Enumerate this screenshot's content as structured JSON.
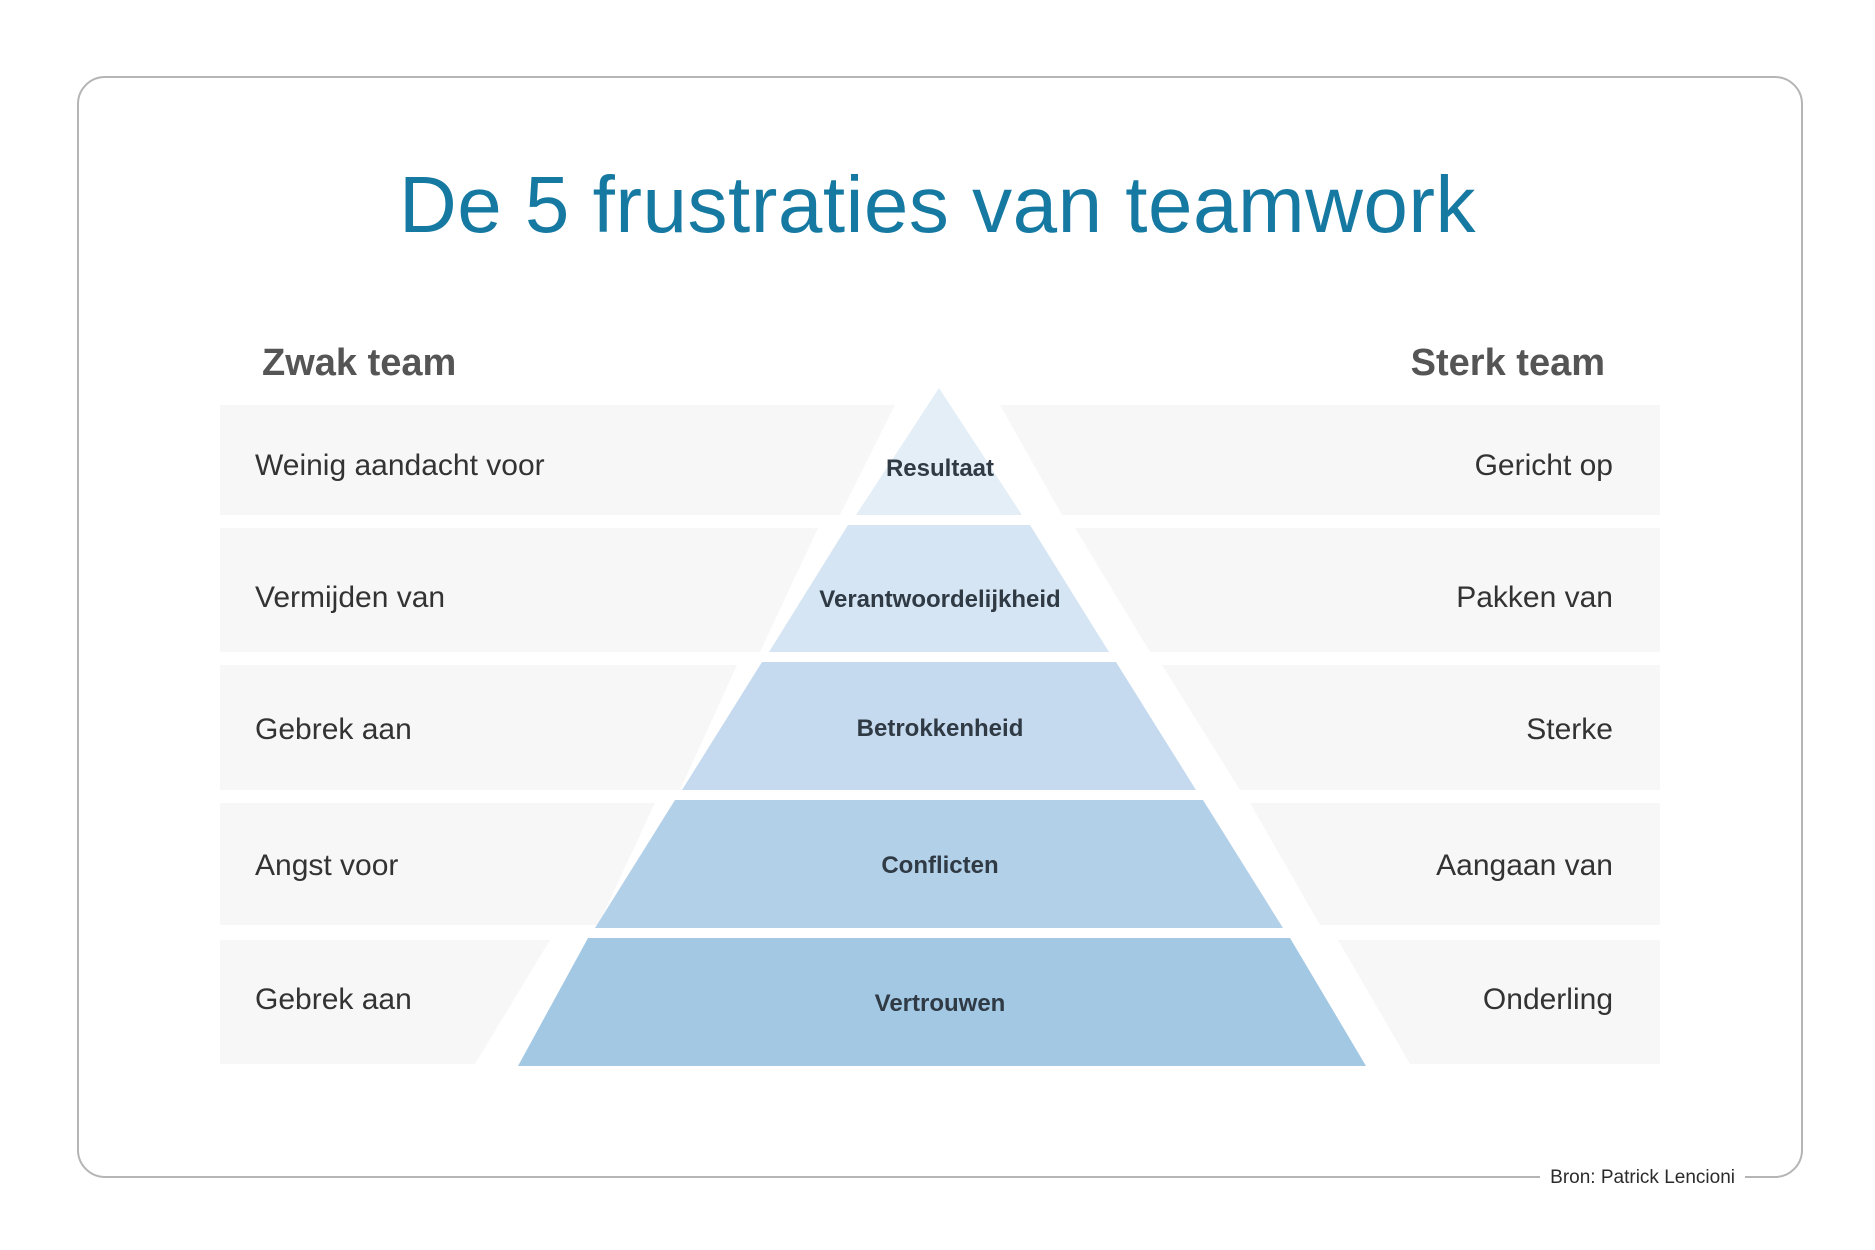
{
  "title": "De 5 frustraties van teamwork",
  "left_header": "Zwak team",
  "right_header": "Sterk team",
  "source": "Bron: Patrick Lencioni",
  "colors": {
    "title": "#1579a1",
    "band": "#f7f7f7",
    "frame": "#b5b5b5",
    "level_1": "#e4eef7",
    "level_2": "#d5e5f3",
    "level_3": "#c5daee",
    "level_4": "#b3d0e9",
    "level_5": "#a3c8e3"
  },
  "levels": [
    {
      "pyramid": "Resultaat",
      "weak": "Weinig aandacht voor",
      "strong": "Gericht op"
    },
    {
      "pyramid": "Verantwoordelijkheid",
      "weak": "Vermijden van",
      "strong": "Pakken van"
    },
    {
      "pyramid": "Betrokkenheid",
      "weak": "Gebrek aan",
      "strong": "Sterke"
    },
    {
      "pyramid": "Conflicten",
      "weak": "Angst voor",
      "strong": "Aangaan van"
    },
    {
      "pyramid": "Vertrouwen",
      "weak": "Gebrek aan",
      "strong": "Onderling"
    }
  ]
}
